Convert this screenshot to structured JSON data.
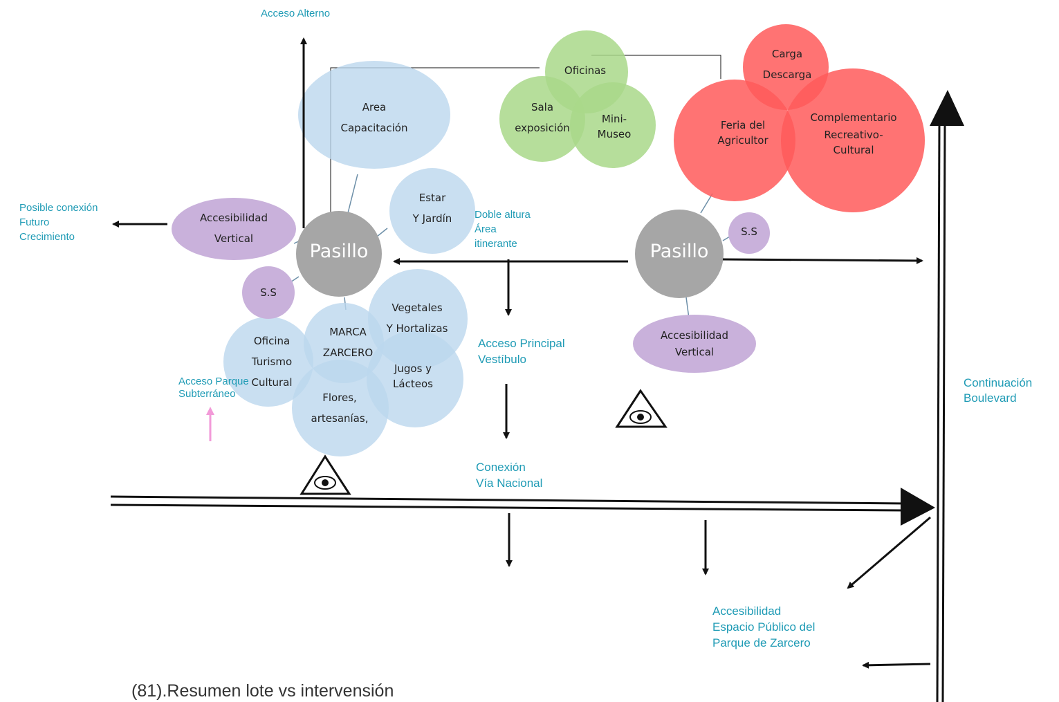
{
  "bubbles": {
    "area_capacitacion": [
      "Area",
      "Capacitación"
    ],
    "estar_jardin": [
      "Estar",
      "Y Jardín"
    ],
    "accesibilidad_izq": [
      "Accesibilidad",
      "Vertical"
    ],
    "ss_izq": "S.S",
    "pasillo_izq": "Pasillo",
    "oficina_turismo": [
      "Oficina",
      "Turismo",
      "Cultural"
    ],
    "marca_zarcero": [
      "MARCA",
      "ZARCERO"
    ],
    "vegetales": [
      "Vegetales",
      "Y Hortalizas"
    ],
    "jugos": [
      "Jugos y",
      "Lácteos"
    ],
    "flores": [
      "Flores,",
      "artesanías,"
    ],
    "oficinas": "Oficinas",
    "sala_exposicion": [
      "Sala",
      "exposición"
    ],
    "mini_museo": [
      "Mini-",
      "Museo"
    ],
    "carga_descarga": [
      "Carga",
      "Descarga"
    ],
    "feria_agricultor": [
      "Feria del",
      "Agricultor"
    ],
    "complementario": [
      "Complementario",
      "Recreativo-",
      "Cultural"
    ],
    "pasillo_der": "Pasillo",
    "ss_der": "S.S",
    "accesibilidad_der": [
      "Accesibilidad",
      "Vertical"
    ]
  },
  "labels": {
    "acceso_alterno": "Acceso Alterno",
    "posible_conexion": [
      "Posible conexión",
      "Futuro",
      "Crecimiento"
    ],
    "doble_altura": [
      "Doble altura",
      "Área",
      "itinerante"
    ],
    "acceso_principal": [
      "Acceso Principal",
      "Vestíbulo"
    ],
    "acceso_parque": [
      "Acceso Parque",
      "Subterráneo"
    ],
    "conexion_via": [
      "Conexión",
      "Vía Nacional"
    ],
    "continuacion": [
      "Continuación",
      "Boulevard"
    ],
    "accesibilidad_espacio": [
      "Accesibilidad",
      "Espacio Público del",
      "Parque de Zarcero"
    ]
  },
  "caption": "(81).Resumen lote vs intervensión",
  "colors": {
    "blue_bubble": "#bcd7ee",
    "purple_bubble": "#c9b1db",
    "gray_bubble": "#a6a6a6",
    "green_bubble": "#a9d88a",
    "red_bubble": "#ff5a5a",
    "pink_arrow": "#f29ad8",
    "label_text": "#1f9bb5"
  }
}
